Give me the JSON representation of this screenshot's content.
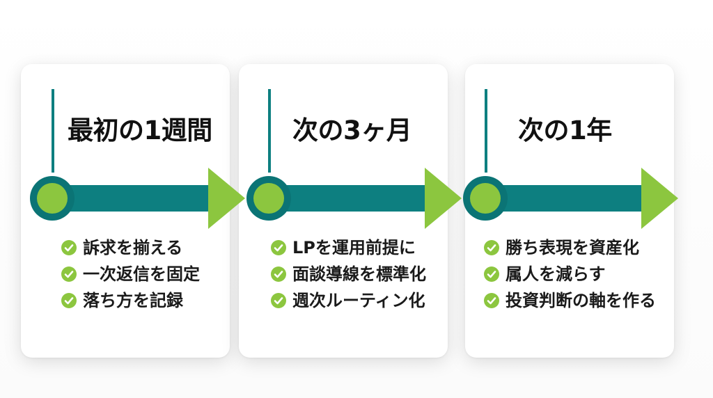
{
  "colors": {
    "teal": "#0d7f80",
    "green": "#8cc63f",
    "dark_teal_ring": "#0b6f70"
  },
  "icons": {
    "item_marker": "check-circle-icon",
    "phase_marker": "circle-node-icon",
    "phase_arrow": "arrow-right-icon"
  },
  "phases": [
    {
      "title": "最初の1週間",
      "items": [
        "訴求を揃える",
        "一次返信を固定",
        "落ち方を記録"
      ]
    },
    {
      "title": "次の3ヶ月",
      "items": [
        "LPを運用前提に",
        "面談導線を標準化",
        "週次ルーティン化"
      ]
    },
    {
      "title": "次の1年",
      "items": [
        "勝ち表現を資産化",
        "属人を減らす",
        "投資判断の軸を作る"
      ]
    }
  ]
}
